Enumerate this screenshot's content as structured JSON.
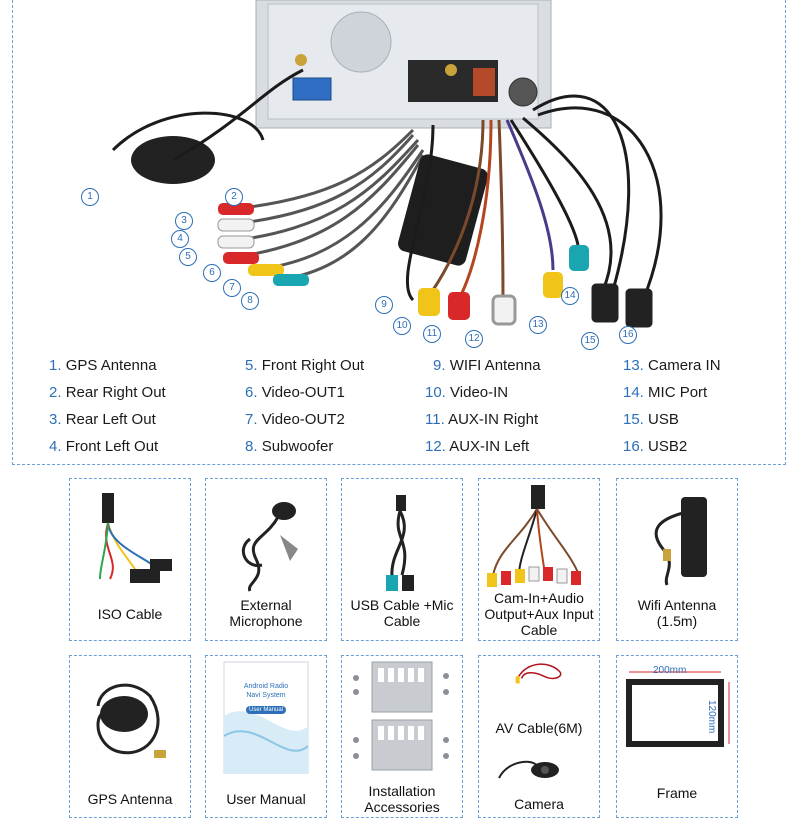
{
  "legend": [
    {
      "num": "1.",
      "text": "GPS Antenna"
    },
    {
      "num": "2.",
      "text": "Rear Right Out"
    },
    {
      "num": "3.",
      "text": "Rear Left Out"
    },
    {
      "num": "4.",
      "text": "Front Left Out"
    },
    {
      "num": "5.",
      "text": "Front Right Out"
    },
    {
      "num": "6.",
      "text": "Video-OUT1"
    },
    {
      "num": "7.",
      "text": "Video-OUT2"
    },
    {
      "num": "8.",
      "text": "Subwoofer"
    },
    {
      "num": "9.",
      "text": "WIFI Antenna"
    },
    {
      "num": "10.",
      "text": "Video-IN"
    },
    {
      "num": "11.",
      "text": "AUX-IN Right"
    },
    {
      "num": "12.",
      "text": "AUX-IN Left"
    },
    {
      "num": "13.",
      "text": "Camera IN"
    },
    {
      "num": "14.",
      "text": "MIC Port"
    },
    {
      "num": "15.",
      "text": "USB"
    },
    {
      "num": "16.",
      "text": "USB2"
    }
  ],
  "callouts": [
    "1",
    "2",
    "3",
    "4",
    "5",
    "6",
    "7",
    "8",
    "9",
    "10",
    "11",
    "12",
    "13",
    "14",
    "15",
    "16"
  ],
  "accessories": [
    {
      "label": "ISO Cable"
    },
    {
      "label": "External Microphone"
    },
    {
      "label": "USB Cable +Mic Cable"
    },
    {
      "label": "Cam-In+Audio Output+Aux Input Cable"
    },
    {
      "label": "Wifi Antenna (1.5m)"
    },
    {
      "label": "GPS Antenna"
    },
    {
      "label": "User Manual"
    },
    {
      "label": "Installation Accessories"
    },
    {
      "label": "AV Cable(6M)"
    },
    {
      "label": "Frame"
    }
  ],
  "camera_label": "Camera",
  "manual_cover": {
    "title": "Android Radio Navi System",
    "subtitle": "User Manual"
  },
  "frame_dims": {
    "width": "200mm",
    "height": "120mm"
  },
  "colors": {
    "accent": "#2d6fb8",
    "border": "#6d9fd4",
    "cable": "#1b1b1b",
    "rca_red": "#d8282a",
    "rca_white": "#f2f2f2",
    "rca_yellow": "#f0c419",
    "rca_teal": "#1aa6b0"
  }
}
